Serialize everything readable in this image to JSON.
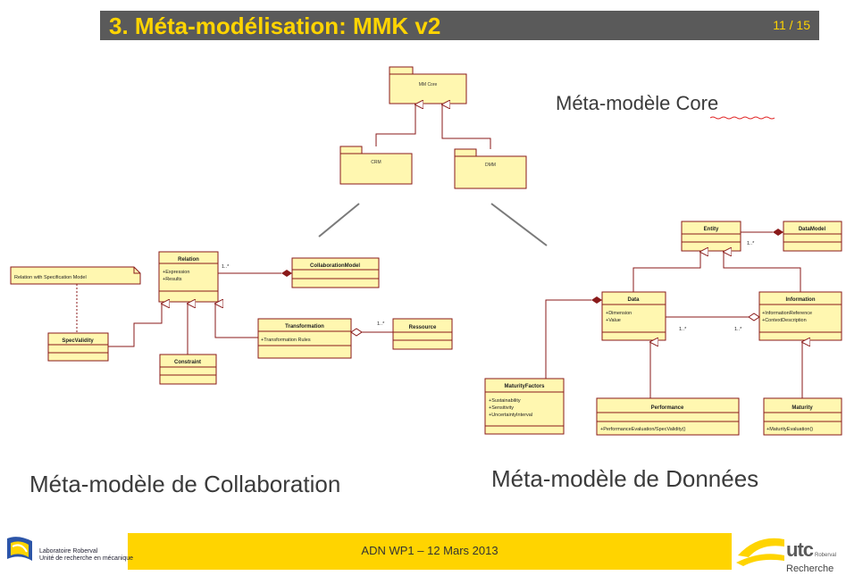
{
  "slide": {
    "title": "3. Méta-modélisation: MMK v2",
    "page": "11 / 15",
    "footer": "ADN WP1 – 12 Mars 2013"
  },
  "labels": {
    "core": "Méta-modèle Core",
    "collaboration": "Méta-modèle de Collaboration",
    "donnees": "Méta-modèle de Données"
  },
  "packages": {
    "core": "MM Core",
    "crm": "CRM",
    "dmm": "DMM"
  },
  "collab": {
    "note": "Relation with Specification Model",
    "relation": {
      "name": "Relation",
      "attrs": [
        "+Expression",
        "+Results"
      ]
    },
    "collaboration_model": {
      "name": "CollaborationModel"
    },
    "spec_validity": {
      "name": "SpecValidity"
    },
    "constraint": {
      "name": "Constraint"
    },
    "transformation": {
      "name": "Transformation",
      "attrs": [
        "+Transformation Rules"
      ]
    },
    "ressource": {
      "name": "Ressource"
    },
    "mult_relation": "1..*",
    "mult_ressource": "1..*"
  },
  "donnees": {
    "entity": {
      "name": "Entity"
    },
    "data_model": {
      "name": "DataModel"
    },
    "data": {
      "name": "Data",
      "attrs": [
        "+Dimension",
        "+Value"
      ]
    },
    "information": {
      "name": "Information",
      "attrs": [
        "+InformationReference",
        "+ContextDescription"
      ]
    },
    "maturity_factors": {
      "name": "MaturityFactors",
      "attrs": [
        "+Sustainability",
        "+Sensitivity",
        "+UncertaintyInterval"
      ]
    },
    "performance": {
      "name": "Performance",
      "attrs": [
        "+PerformanceEvaluation/SpecValidity()"
      ]
    },
    "maturity": {
      "name": "Maturity",
      "attrs": [
        "+MaturityEvaluation()"
      ]
    },
    "mult_entity": "1..*",
    "mult_data": "1..*",
    "mult_information": "1..*"
  },
  "logos": {
    "lab_name": "Laboratoire Roberval",
    "lab_sub": "Unité de recherche en mécanique",
    "utc": "utc",
    "utc_small": "Roberval",
    "utc_sub": "Recherche"
  },
  "colors": {
    "title_bar": "#5a5a5a",
    "title_text": "#ffd400",
    "uml_fill": "#fff7b0",
    "uml_border": "#8a1a1a",
    "footer": "#ffd400"
  }
}
